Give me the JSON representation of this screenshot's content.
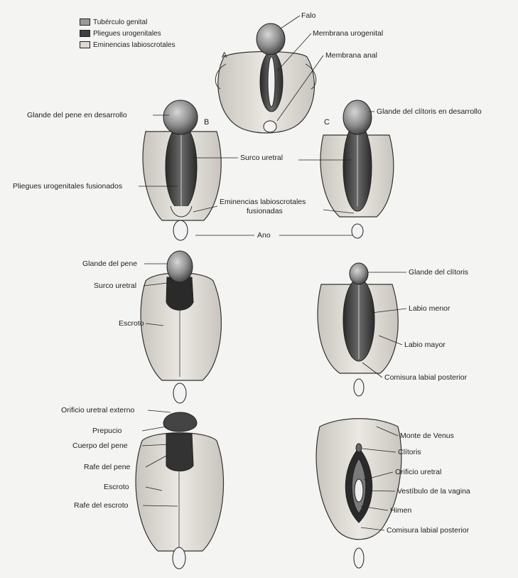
{
  "legend": {
    "items": [
      {
        "label": "Tubérculo genital",
        "color": "#9a9a9a"
      },
      {
        "label": "Pliegues urogenitales",
        "color": "#3e3e3e"
      },
      {
        "label": "Eminencias labioscrotales",
        "color": "#dedad4"
      }
    ]
  },
  "panels": {
    "a": "A",
    "b": "B",
    "c": "C"
  },
  "labels": {
    "falo": "Falo",
    "membrana_urogenital": "Membrana urogenital",
    "membrana_anal": "Membrana anal",
    "glande_pene_desarrollo": "Glande del pene en desarrollo",
    "glande_clitoris_desarrollo": "Glande del clítoris en desarrollo",
    "surco_uretral_center": "Surco uretral",
    "pliegues_fusionados": "Pliegues urogenitales fusionados",
    "eminencias_fusionadas_1": "Eminencias labioscrotales",
    "eminencias_fusionadas_2": "fusionadas",
    "ano": "Ano",
    "glande_pene": "Glande del pene",
    "surco_uretral": "Surco uretral",
    "escroto_1": "Escroto",
    "glande_clitoris": "Glande del clítoris",
    "labio_menor": "Labio menor",
    "labio_mayor": "Labio mayor",
    "comisura_1": "Comisura labial posterior",
    "orificio_externo": "Orificio uretral externo",
    "prepucio": "Prepucio",
    "cuerpo_pene": "Cuerpo del pene",
    "rafe_pene": "Rafe del pene",
    "escroto_2": "Escroto",
    "rafe_escroto": "Rafe del escroto",
    "monte_venus": "Monte de Venus",
    "clitoris": "Clítoris",
    "orificio_uretral": "Orificio uretral",
    "vestibulo": "Vestíbulo de la vagina",
    "himen": "Himen",
    "comisura_2": "Comisura labial posterior"
  }
}
